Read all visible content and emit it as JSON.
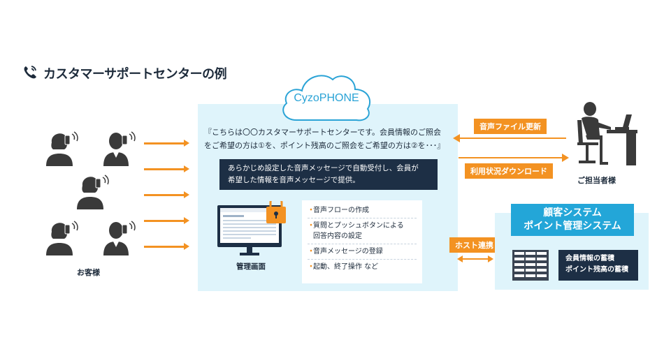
{
  "title": "カスタマーサポートセンターの例",
  "cloud_label": "CyzoPHONE",
  "quote_line1": "『こちらは〇〇カスタマーサポートセンターです。会員情報のご照会",
  "quote_line2": "をご希望の方は①を、ポイント残高のご照会をご希望の方は②を･･･』",
  "auto_line1": "あらかじめ設定した音声メッセージで自動受付し、会員が",
  "auto_line2": "希望した情報を音声メッセージで提供。",
  "admin_label": "管理画面",
  "features": [
    {
      "line1": "音声フローの作成",
      "line2": ""
    },
    {
      "line1": "質問とプッシュボタンによる",
      "line2": "回答内容の設定"
    },
    {
      "line1": "音声メッセージの登録",
      "line2": ""
    },
    {
      "line1": "起動、終了操作 など",
      "line2": ""
    }
  ],
  "customers_label": "お客様",
  "tag_audio_update": "音声ファイル更新",
  "tag_usage_download": "利用状況ダウンロード",
  "staff_label": "ご担当者様",
  "tag_host": "ホスト連携",
  "system_line1": "顧客システム",
  "system_line2": "ポイント管理システム",
  "system_item1": "会員情報の蓄積",
  "system_item2": "ポイント残高の蓄積",
  "colors": {
    "orange": "#f39222",
    "navy": "#1d2f45",
    "light_blue": "#dff4fb",
    "blue": "#23a6d8"
  }
}
